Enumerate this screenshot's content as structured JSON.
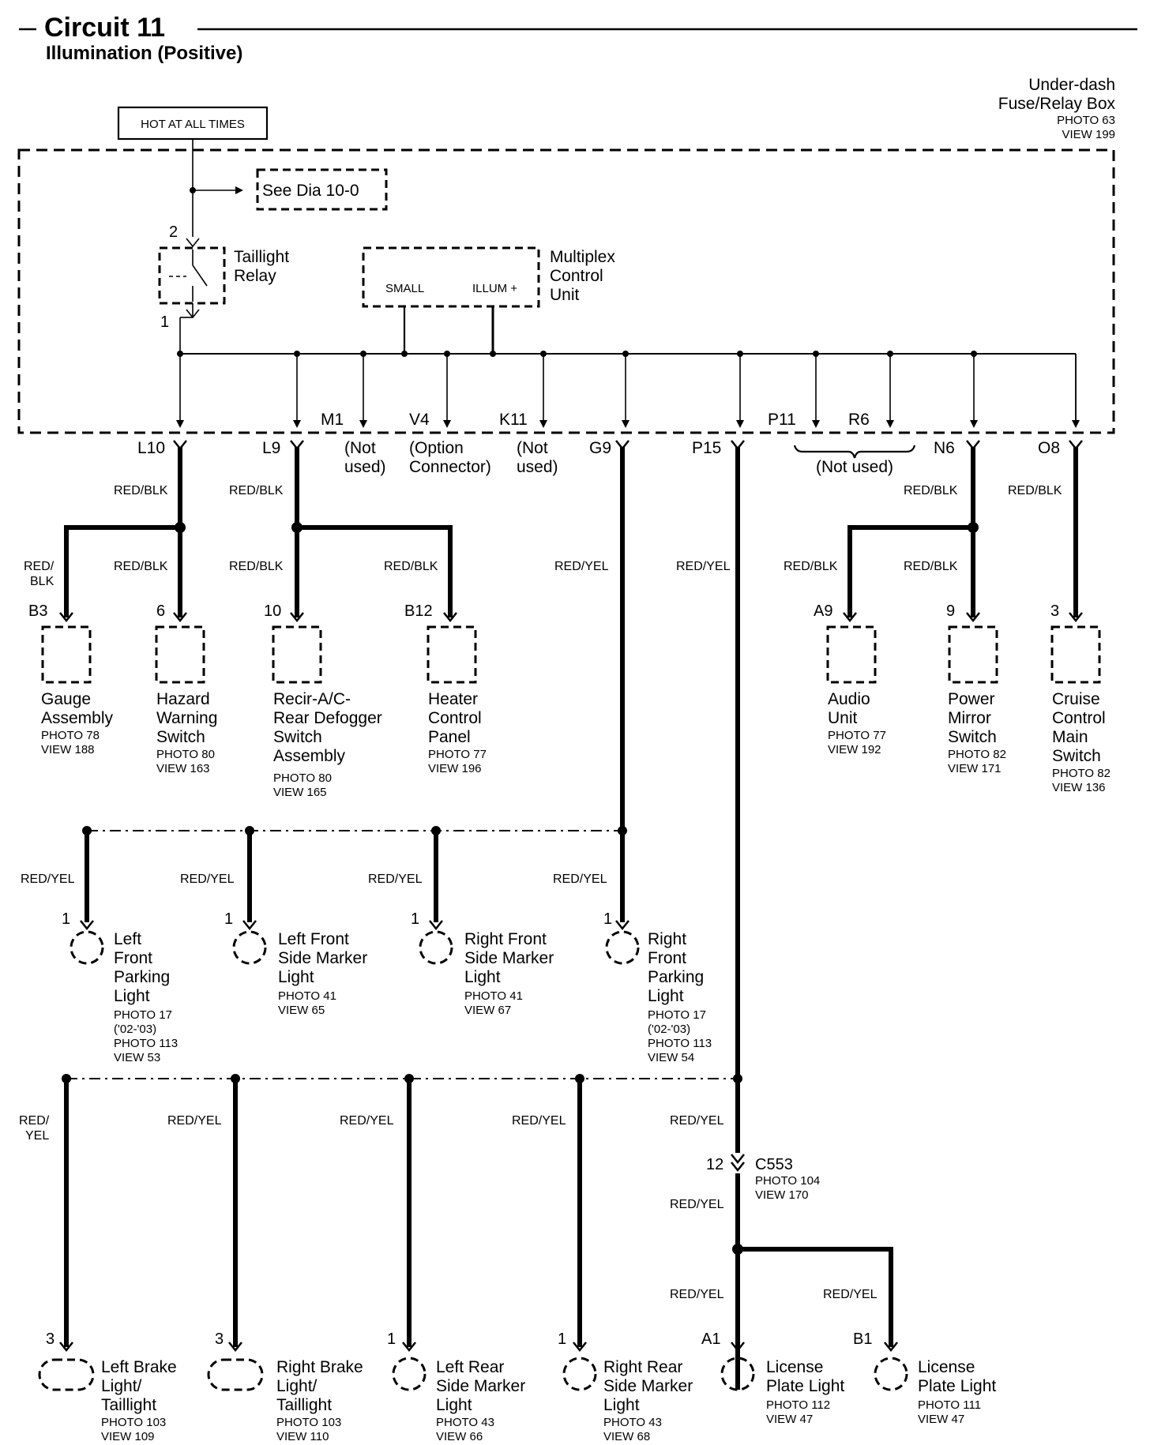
{
  "header": {
    "title": "Circuit 11",
    "subtitle": "Illumination (Positive)"
  },
  "fuse_box": {
    "name_line1": "Under-dash",
    "name_line2": "Fuse/Relay Box",
    "photo": "PHOTO 63",
    "view": "VIEW 199"
  },
  "hot_label": "HOT AT ALL TIMES",
  "see_dia": "See Dia 10-0",
  "relay": {
    "line1": "Taillight",
    "line2": "Relay",
    "pin_top": "2",
    "pin_bottom": "1"
  },
  "mcu": {
    "line1": "Multiplex",
    "line2": "Control",
    "line3": "Unit",
    "small": "SMALL",
    "illum": "ILLUM +"
  },
  "terminals": {
    "m1": "M1",
    "v4": "V4",
    "k11": "K11",
    "p11": "P11",
    "r6": "R6",
    "l10": "L10",
    "l9": "L9",
    "g9": "G9",
    "p15": "P15",
    "n6": "N6",
    "o8": "O8"
  },
  "notes": {
    "not": "(Not",
    "used": "used)",
    "option": "(Option",
    "connector": "Connector)",
    "not_used": "(Not used)"
  },
  "wire_colors": {
    "red_blk": "RED/BLK",
    "red_yel": "RED/YEL",
    "red_slash": "RED/",
    "blk": "BLK",
    "yel": "YEL"
  },
  "upper_components": [
    {
      "pin": "B3",
      "lines": [
        "Gauge",
        "Assembly"
      ],
      "photo": "PHOTO 78",
      "view": "VIEW 188"
    },
    {
      "pin": "6",
      "lines": [
        "Hazard",
        "Warning",
        "Switch"
      ],
      "photo": "PHOTO 80",
      "view": "VIEW 163"
    },
    {
      "pin": "10",
      "lines": [
        "Recir-A/C-",
        "Rear Defogger",
        "Switch",
        "Assembly"
      ],
      "photo": "PHOTO 80",
      "view": "VIEW 165"
    },
    {
      "pin": "B12",
      "lines": [
        "Heater",
        "Control",
        "Panel"
      ],
      "photo": "PHOTO 77",
      "view": "VIEW 196"
    },
    {
      "pin": "A9",
      "lines": [
        "Audio",
        "Unit"
      ],
      "photo": "PHOTO 77",
      "view": "VIEW 192"
    },
    {
      "pin": "9",
      "lines": [
        "Power",
        "Mirror",
        "Switch"
      ],
      "photo": "PHOTO 82",
      "view": "VIEW 171"
    },
    {
      "pin": "3",
      "lines": [
        "Cruise",
        "Control",
        "Main",
        "Switch"
      ],
      "photo": "PHOTO 82",
      "view": "VIEW 136"
    }
  ],
  "middle_lights": [
    {
      "pin": "1",
      "lines": [
        "Left",
        "Front",
        "Parking",
        "Light"
      ],
      "refs": [
        "PHOTO 17",
        "('02-'03)",
        "PHOTO 113",
        "VIEW 53"
      ]
    },
    {
      "pin": "1",
      "lines": [
        "Left Front",
        "Side Marker",
        "Light"
      ],
      "refs": [
        "PHOTO 41",
        "VIEW 65"
      ]
    },
    {
      "pin": "1",
      "lines": [
        "Right Front",
        "Side Marker",
        "Light"
      ],
      "refs": [
        "PHOTO 41",
        "VIEW 67"
      ]
    },
    {
      "pin": "1",
      "lines": [
        "Right",
        "Front",
        "Parking",
        "Light"
      ],
      "refs": [
        "PHOTO 17",
        "('02-'03)",
        "PHOTO 113",
        "VIEW 54"
      ]
    }
  ],
  "connector": {
    "pin": "12",
    "name": "C553",
    "photo": "PHOTO 104",
    "view": "VIEW 170"
  },
  "lower_lights": [
    {
      "pin": "3",
      "lines": [
        "Left Brake",
        "Light/",
        "Taillight"
      ],
      "refs": [
        "PHOTO 103",
        "VIEW 109"
      ]
    },
    {
      "pin": "3",
      "lines": [
        "Right Brake",
        "Light/",
        "Taillight"
      ],
      "refs": [
        "PHOTO 103",
        "VIEW 110"
      ]
    },
    {
      "pin": "1",
      "lines": [
        "Left Rear",
        "Side Marker",
        "Light"
      ],
      "refs": [
        "PHOTO 43",
        "VIEW 66"
      ]
    },
    {
      "pin": "1",
      "lines": [
        "Right Rear",
        "Side Marker",
        "Light"
      ],
      "refs": [
        "PHOTO 43",
        "VIEW 68"
      ]
    },
    {
      "pin": "A1",
      "lines": [
        "License",
        "Plate Light"
      ],
      "refs": [
        "PHOTO 112",
        "VIEW 47"
      ]
    },
    {
      "pin": "B1",
      "lines": [
        "License",
        "Plate Light"
      ],
      "refs": [
        "PHOTO 111",
        "VIEW 47"
      ]
    }
  ]
}
